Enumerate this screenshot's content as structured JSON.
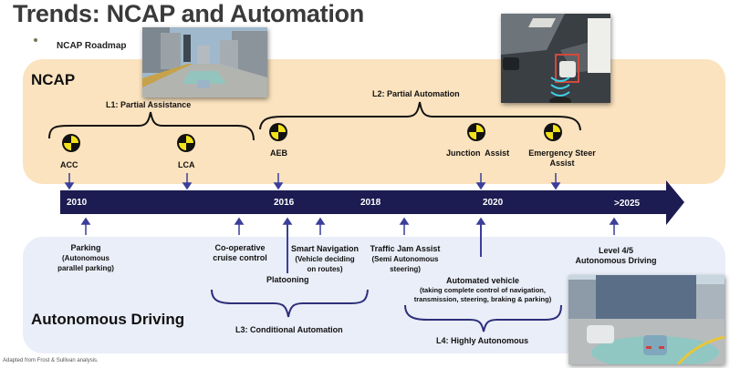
{
  "title": "Trends: NCAP and Automation",
  "subtitle": "NCAP Roadmap",
  "ncap": {
    "label": "NCAP",
    "groups": [
      {
        "label": "L1: Partial Assistance"
      },
      {
        "label": "L2: Partial Automation"
      }
    ],
    "features": [
      {
        "name": "ACC",
        "icon": "crash-test-icon"
      },
      {
        "name": "LCA",
        "icon": "crash-test-icon"
      },
      {
        "name": "AEB",
        "icon": "crash-test-icon"
      },
      {
        "name": "Junction  Assist",
        "icon": "crash-test-icon"
      },
      {
        "name_line1": "Emergency Steer",
        "name_line2": "Assist",
        "icon": "crash-test-icon"
      }
    ]
  },
  "timeline": {
    "years": [
      "2010",
      "2016",
      "2018",
      "2020",
      ">2025"
    ],
    "color": "#1c1c52",
    "arrow_color": "#3b3f9a"
  },
  "autonomous": {
    "label": "Autonomous Driving",
    "features": [
      {
        "title": "Parking",
        "detail_line1": "(Autonomous",
        "detail_line2": "parallel parking)"
      },
      {
        "title": "Co-operative",
        "title_line2": "cruise control"
      },
      {
        "title": "Platooning"
      },
      {
        "title": "Smart Navigation",
        "detail_line1": "(Vehicle deciding",
        "detail_line2": "on routes)"
      },
      {
        "title": "Traffic Jam Assist",
        "detail_line1": "(Semi Autonomous",
        "detail_line2": "steering)"
      },
      {
        "title": "Automated vehicle",
        "detail_line1": "(taking complete control of navigation,",
        "detail_line2": "transmission, steering, braking & parking)"
      },
      {
        "title": "Level 4/5",
        "title_line2": "Autonomous Driving"
      }
    ],
    "groups": [
      {
        "label": "L3: Conditional Automation"
      },
      {
        "label": "L4: Highly Autonomous"
      }
    ]
  },
  "images": {
    "highway": "highway-adas-photo",
    "intersection": "intersection-detection-photo",
    "city": "autonomous-city-photo"
  },
  "colors": {
    "ncap_panel": "#fbe3bf",
    "ad_panel": "#eaeef8",
    "crash_yellow": "#f2e21a"
  },
  "footer": "Adapted from  Frost & Sullivan analysis."
}
